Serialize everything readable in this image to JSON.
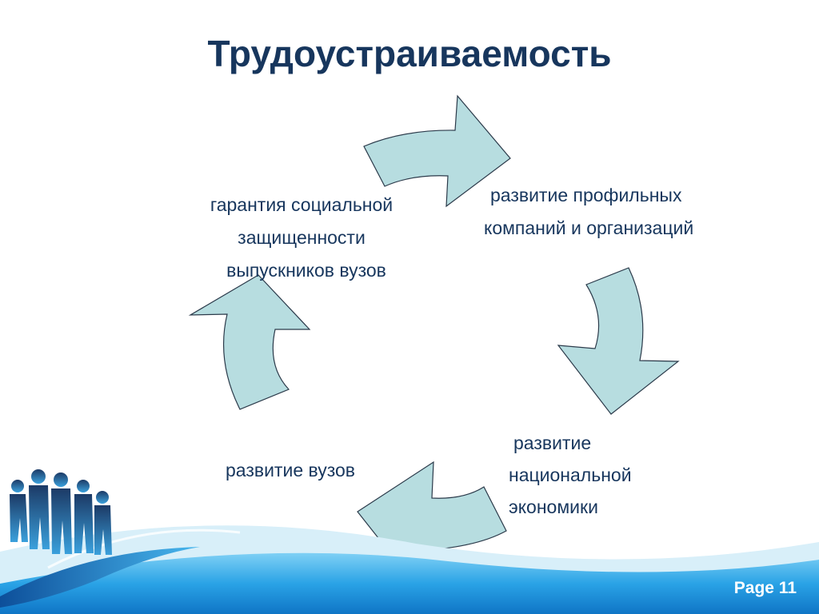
{
  "slide": {
    "title": "Трудоустраиваемость",
    "page_label": "Page 11"
  },
  "cycle": {
    "nodes": [
      {
        "id": "top-right",
        "lines": [
          "развитие профильных",
          "компаний и организаций"
        ]
      },
      {
        "id": "bottom-right",
        "lines": [
          "развитие",
          "национальной",
          "экономики"
        ]
      },
      {
        "id": "bottom-left",
        "lines": [
          "развитие вузов"
        ]
      },
      {
        "id": "top-left",
        "lines": [
          "гарантия социальной",
          "защищенности",
          "выпускников вузов"
        ]
      }
    ],
    "arrow_fill": "#b7dde0",
    "arrow_stroke": "#2b3a4a"
  },
  "colors": {
    "title": "#17365d",
    "text": "#17365d",
    "footer_blue": "#2a9be0",
    "footer_light": "#7fd0f5"
  }
}
